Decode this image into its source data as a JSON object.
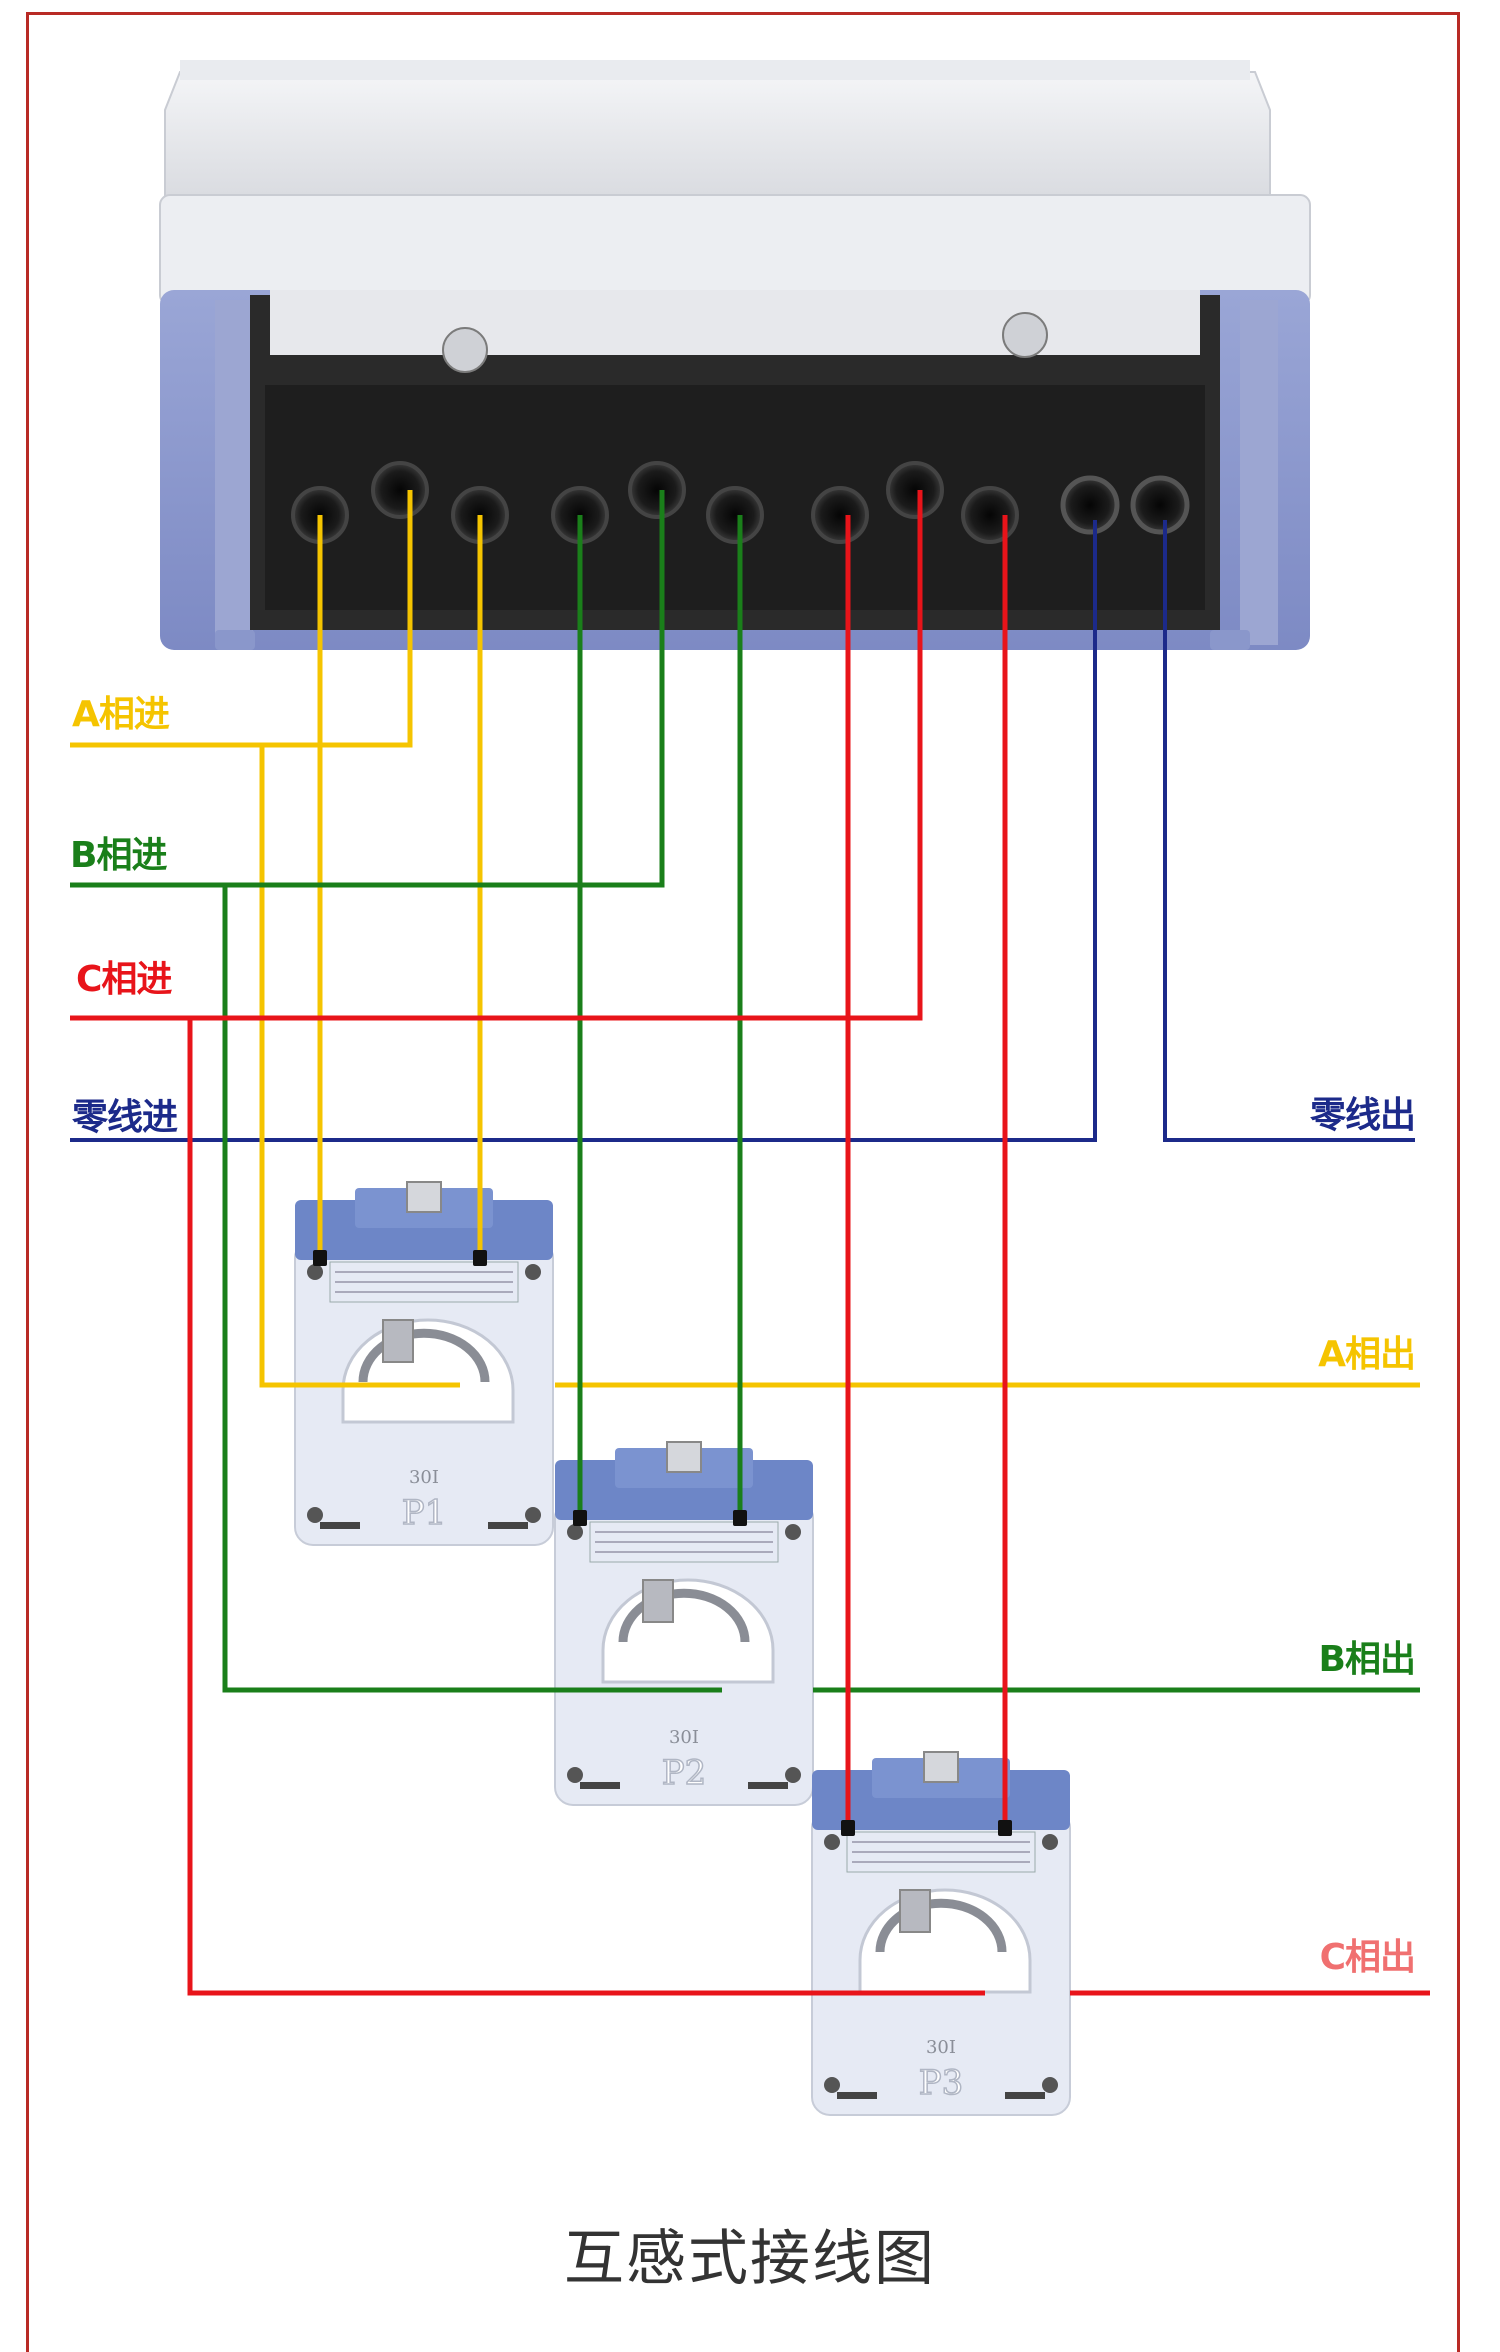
{
  "title": "互感式接线图",
  "labels": {
    "a_in": "A相进",
    "b_in": "B相进",
    "c_in": "C相进",
    "n_in": "零线进",
    "n_out": "零线出",
    "a_out": "A相出",
    "b_out": "B相出",
    "c_out": "C相出"
  },
  "transformers": [
    {
      "plate": "P1",
      "model": "30I"
    },
    {
      "plate": "P2",
      "model": "30I"
    },
    {
      "plate": "P3",
      "model": "30I"
    }
  ],
  "colors": {
    "phase_a": "#f5c400",
    "phase_b": "#1a7f1a",
    "phase_c": "#e8141a",
    "neutral": "#1c2a8a",
    "frame": "#b82a25",
    "ct_body": "#e6eaf4",
    "ct_top": "#6d86c7"
  }
}
